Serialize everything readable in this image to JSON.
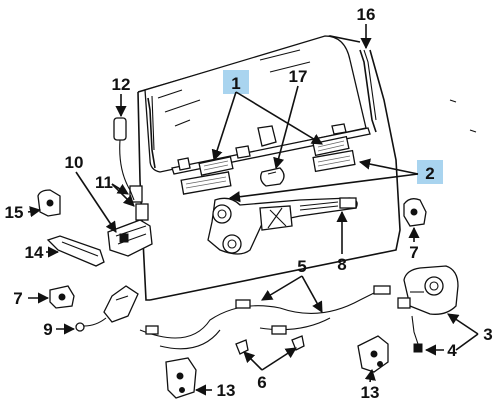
{
  "callouts": {
    "c1": "1",
    "c2": "2",
    "c3": "3",
    "c4": "4",
    "c5": "5",
    "c6": "6",
    "c7a": "7",
    "c7b": "7",
    "c8": "8",
    "c9": "9",
    "c10": "10",
    "c11": "11",
    "c12": "12",
    "c13a": "13",
    "c13b": "13",
    "c14": "14",
    "c15": "15",
    "c16": "16",
    "c17": "17"
  },
  "colors": {
    "highlight": "#a9d4ef",
    "line": "#111111",
    "background": "#ffffff"
  }
}
